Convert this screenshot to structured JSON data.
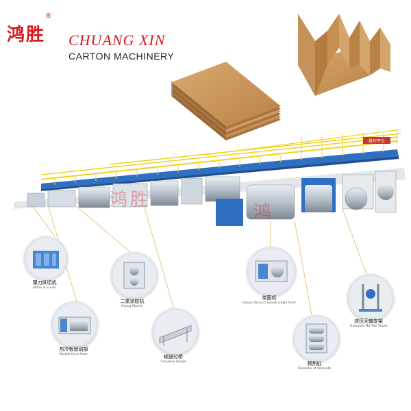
{
  "brand": {
    "chinese_name": "鸿胜",
    "registered_mark": "®",
    "name_line1": "CHUANG XIN",
    "name_line2": "CARTON MACHINERY",
    "watermark_chars": [
      "鸿",
      "胜"
    ],
    "red": "#d7191f"
  },
  "banner": {
    "platform_sign": "操作平台"
  },
  "modules": [
    {
      "cn": "薄刀纵切机",
      "en": "Slitter & scorer"
    },
    {
      "cn": "二重涂胶机",
      "en": "Gluing Machin"
    },
    {
      "cn": "热冷板驱动部",
      "en": "Double facer lister"
    },
    {
      "cn": "输送过桥",
      "en": "Conveyor bridge"
    },
    {
      "cn": "单面机",
      "en": "Heavy Vacuum absorb single facer"
    },
    {
      "cn": "预热缸",
      "en": "Diameter of Preheate"
    },
    {
      "cn": "液压无轴支架",
      "en": "Hydraulic Mill Roll Stand"
    }
  ],
  "colors": {
    "rail": "#f2d21a",
    "frame": "#2e6fc2",
    "cardboard": "#c9965a",
    "steel": "#a9b4bf"
  }
}
